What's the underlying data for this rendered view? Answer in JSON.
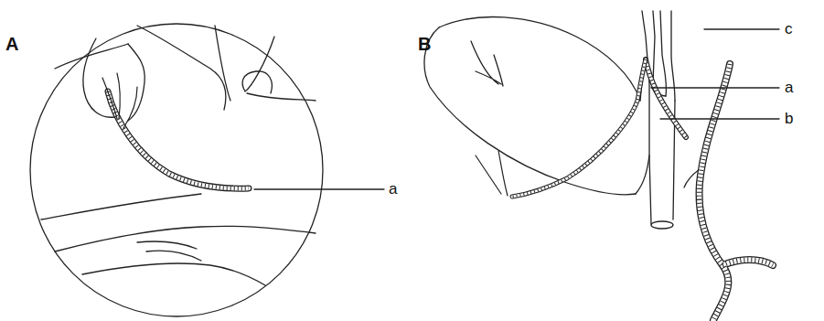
{
  "diagram": {
    "labels": [
      "A",
      "B",
      "a",
      "c",
      "a",
      "b"
    ]
  }
}
